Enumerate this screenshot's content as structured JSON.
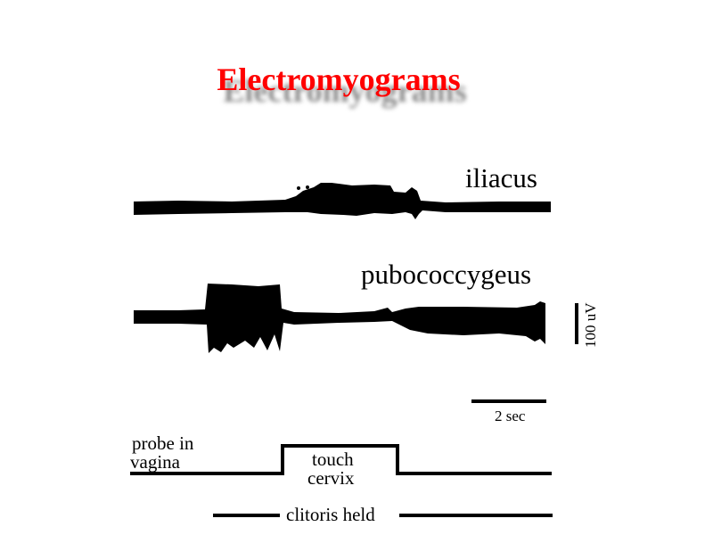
{
  "title": "Electromyograms",
  "traces": [
    {
      "label": "iliacus"
    },
    {
      "label": "pubococcygeus"
    }
  ],
  "scale_bars": {
    "voltage": "100 uV",
    "time": "2 sec"
  },
  "stimuli": {
    "probe": [
      "probe in",
      "vagina"
    ],
    "touch": [
      "touch",
      "cervix"
    ],
    "clitoris": "clitoris held"
  },
  "colors": {
    "title": "#ff0000",
    "ink": "#000000"
  }
}
